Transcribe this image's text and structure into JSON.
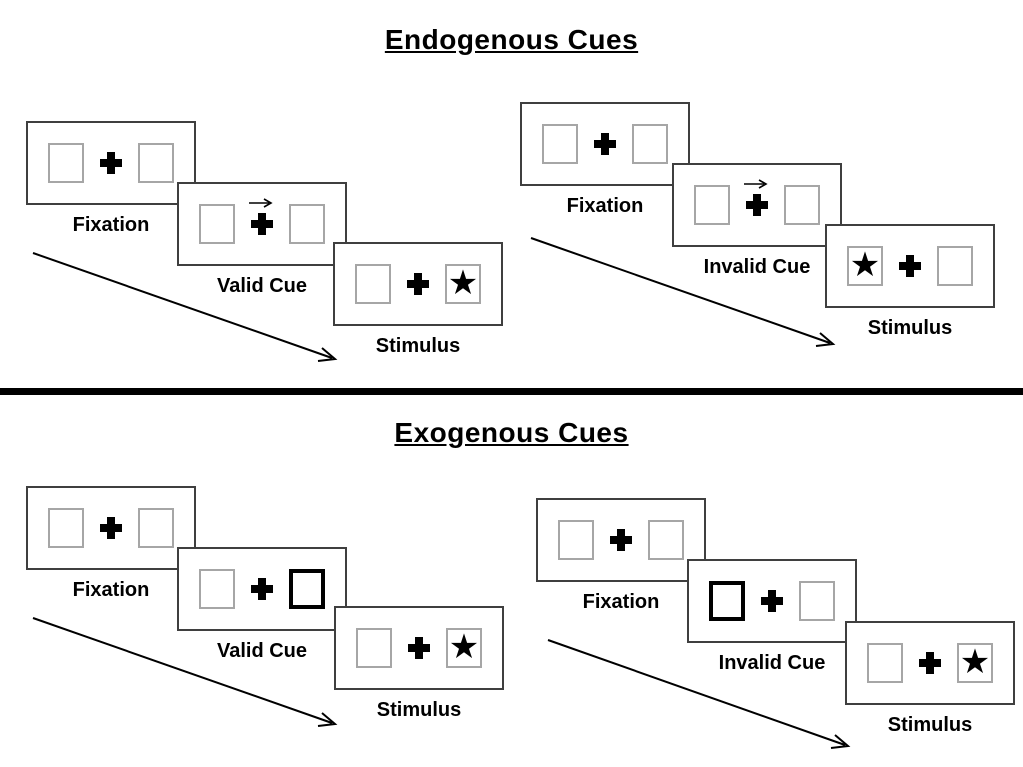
{
  "glyphs": {
    "star": "★"
  },
  "colors": {
    "background": "#ffffff",
    "ink": "#000000",
    "frame_border": "#3f3f3f",
    "placeholder_border": "#a6a6a6",
    "cue_border": "#000000"
  },
  "sections": {
    "endogenous": {
      "title": "Endogenous Cues",
      "panels": {
        "valid": {
          "frames": [
            {
              "label": "Fixation",
              "left_box": "empty",
              "right_box": "empty",
              "cue": "none"
            },
            {
              "label": "Valid Cue",
              "left_box": "empty",
              "right_box": "empty",
              "cue": "arrow-right-above-fixation-cross"
            },
            {
              "label": "Stimulus",
              "left_box": "empty",
              "right_box": "star",
              "cue": "none"
            }
          ]
        },
        "invalid": {
          "frames": [
            {
              "label": "Fixation",
              "left_box": "empty",
              "right_box": "empty",
              "cue": "none"
            },
            {
              "label": "Invalid Cue",
              "left_box": "empty",
              "right_box": "empty",
              "cue": "arrow-right-above-fixation-cross"
            },
            {
              "label": "Stimulus",
              "left_box": "star",
              "right_box": "empty",
              "cue": "none"
            }
          ]
        }
      }
    },
    "exogenous": {
      "title": "Exogenous Cues",
      "panels": {
        "valid": {
          "frames": [
            {
              "label": "Fixation",
              "left_box": "empty",
              "right_box": "empty",
              "cue": "none"
            },
            {
              "label": "Valid Cue",
              "left_box": "empty",
              "right_box": "thick-outline",
              "cue": "thick-outline-right-box"
            },
            {
              "label": "Stimulus",
              "left_box": "empty",
              "right_box": "star",
              "cue": "none"
            }
          ]
        },
        "invalid": {
          "frames": [
            {
              "label": "Fixation",
              "left_box": "empty",
              "right_box": "empty",
              "cue": "none"
            },
            {
              "label": "Invalid Cue",
              "left_box": "thick-outline",
              "right_box": "empty",
              "cue": "thick-outline-left-box"
            },
            {
              "label": "Stimulus",
              "left_box": "empty",
              "right_box": "star",
              "cue": "none"
            }
          ]
        }
      }
    }
  }
}
